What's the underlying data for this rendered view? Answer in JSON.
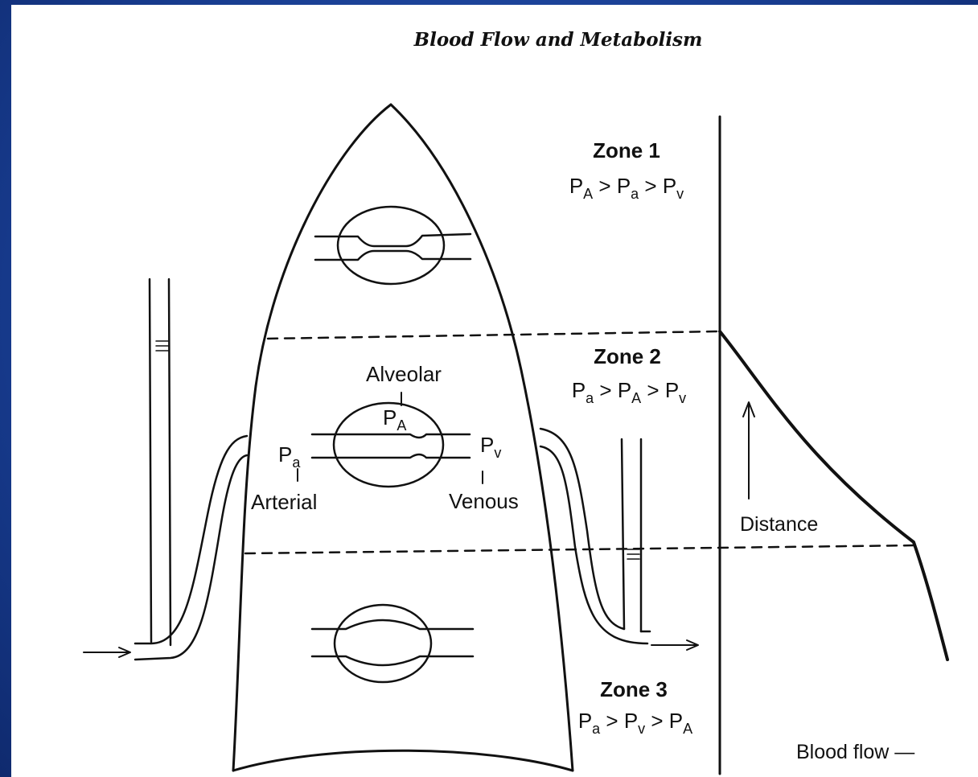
{
  "header": {
    "title": "Blood Flow and Metabolism"
  },
  "zones": {
    "zone1": {
      "title": "Zone 1",
      "relation": [
        "P",
        "A",
        " > P",
        "a",
        " > P",
        "v"
      ]
    },
    "zone2": {
      "title": "Zone 2",
      "relation": [
        "P",
        "a",
        " > P",
        "A",
        " > P",
        "v"
      ]
    },
    "zone3": {
      "title": "Zone 3",
      "relation": [
        "P",
        "a",
        " > P",
        "v",
        " > P",
        "A"
      ]
    }
  },
  "labels": {
    "alveolar": "Alveolar",
    "arterial": "Arterial",
    "venous": "Venous",
    "pa_letter": "P",
    "pa_sub": "a",
    "pA_letter": "P",
    "pA_sub": "A",
    "pv_letter": "P",
    "pv_sub": "v",
    "distance": "Distance",
    "blood_flow": "Blood flow —"
  },
  "colors": {
    "background": "#1a3f8f",
    "paper": "#ffffff",
    "ink": "#111111"
  }
}
